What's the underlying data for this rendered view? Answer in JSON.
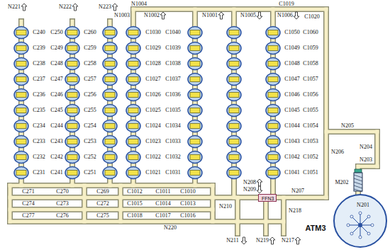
{
  "diagram": {
    "nodes": [
      {
        "text": [
          "FFN3"
        ]
      }
    ],
    "labels": [
      "N221",
      "N222",
      "N223",
      "N1004",
      "N1003",
      "N1002",
      "N1001",
      "N1005",
      "C1019",
      "N1006",
      "C1020",
      "C240",
      "C239",
      "C238",
      "C237",
      "C236",
      "C235",
      "C234",
      "C233",
      "C232",
      "C231",
      "C250",
      "C249",
      "C248",
      "C247",
      "C246",
      "C245",
      "C244",
      "C243",
      "C242",
      "C241",
      "C260",
      "C259",
      "C258",
      "C257",
      "C256",
      "C255",
      "C254",
      "C253",
      "C252",
      "C251",
      "C1030",
      "C1029",
      "C1028",
      "C1027",
      "C1026",
      "C1025",
      "C1024",
      "C1023",
      "C1022",
      "C1021",
      "C1040",
      "C1039",
      "C1038",
      "C1037",
      "C1036",
      "C1035",
      "C1034",
      "C1033",
      "C1032",
      "C1031",
      "C1050",
      "C1049",
      "C1048",
      "C1047",
      "C1046",
      "C1045",
      "C1044",
      "C1043",
      "C1042",
      "C1041",
      "C1060",
      "C1059",
      "C1058",
      "C1057",
      "C1056",
      "C1055",
      "C1054",
      "C1053",
      "C1052",
      "C1051",
      "C271",
      "C270",
      "C269",
      "C1012",
      "C1011",
      "C1010",
      "C274",
      "C273",
      "C272",
      "C1015",
      "C1014",
      "C1013",
      "C277",
      "C276",
      "C275",
      "C1018",
      "C1017",
      "C1016",
      "N210",
      "N208",
      "N209",
      "N207",
      "N218",
      "N220",
      "N211",
      "N219",
      "N217",
      "N205",
      "N206",
      "N204",
      "N203",
      "M202",
      "N201",
      "ATM3"
    ]
  }
}
